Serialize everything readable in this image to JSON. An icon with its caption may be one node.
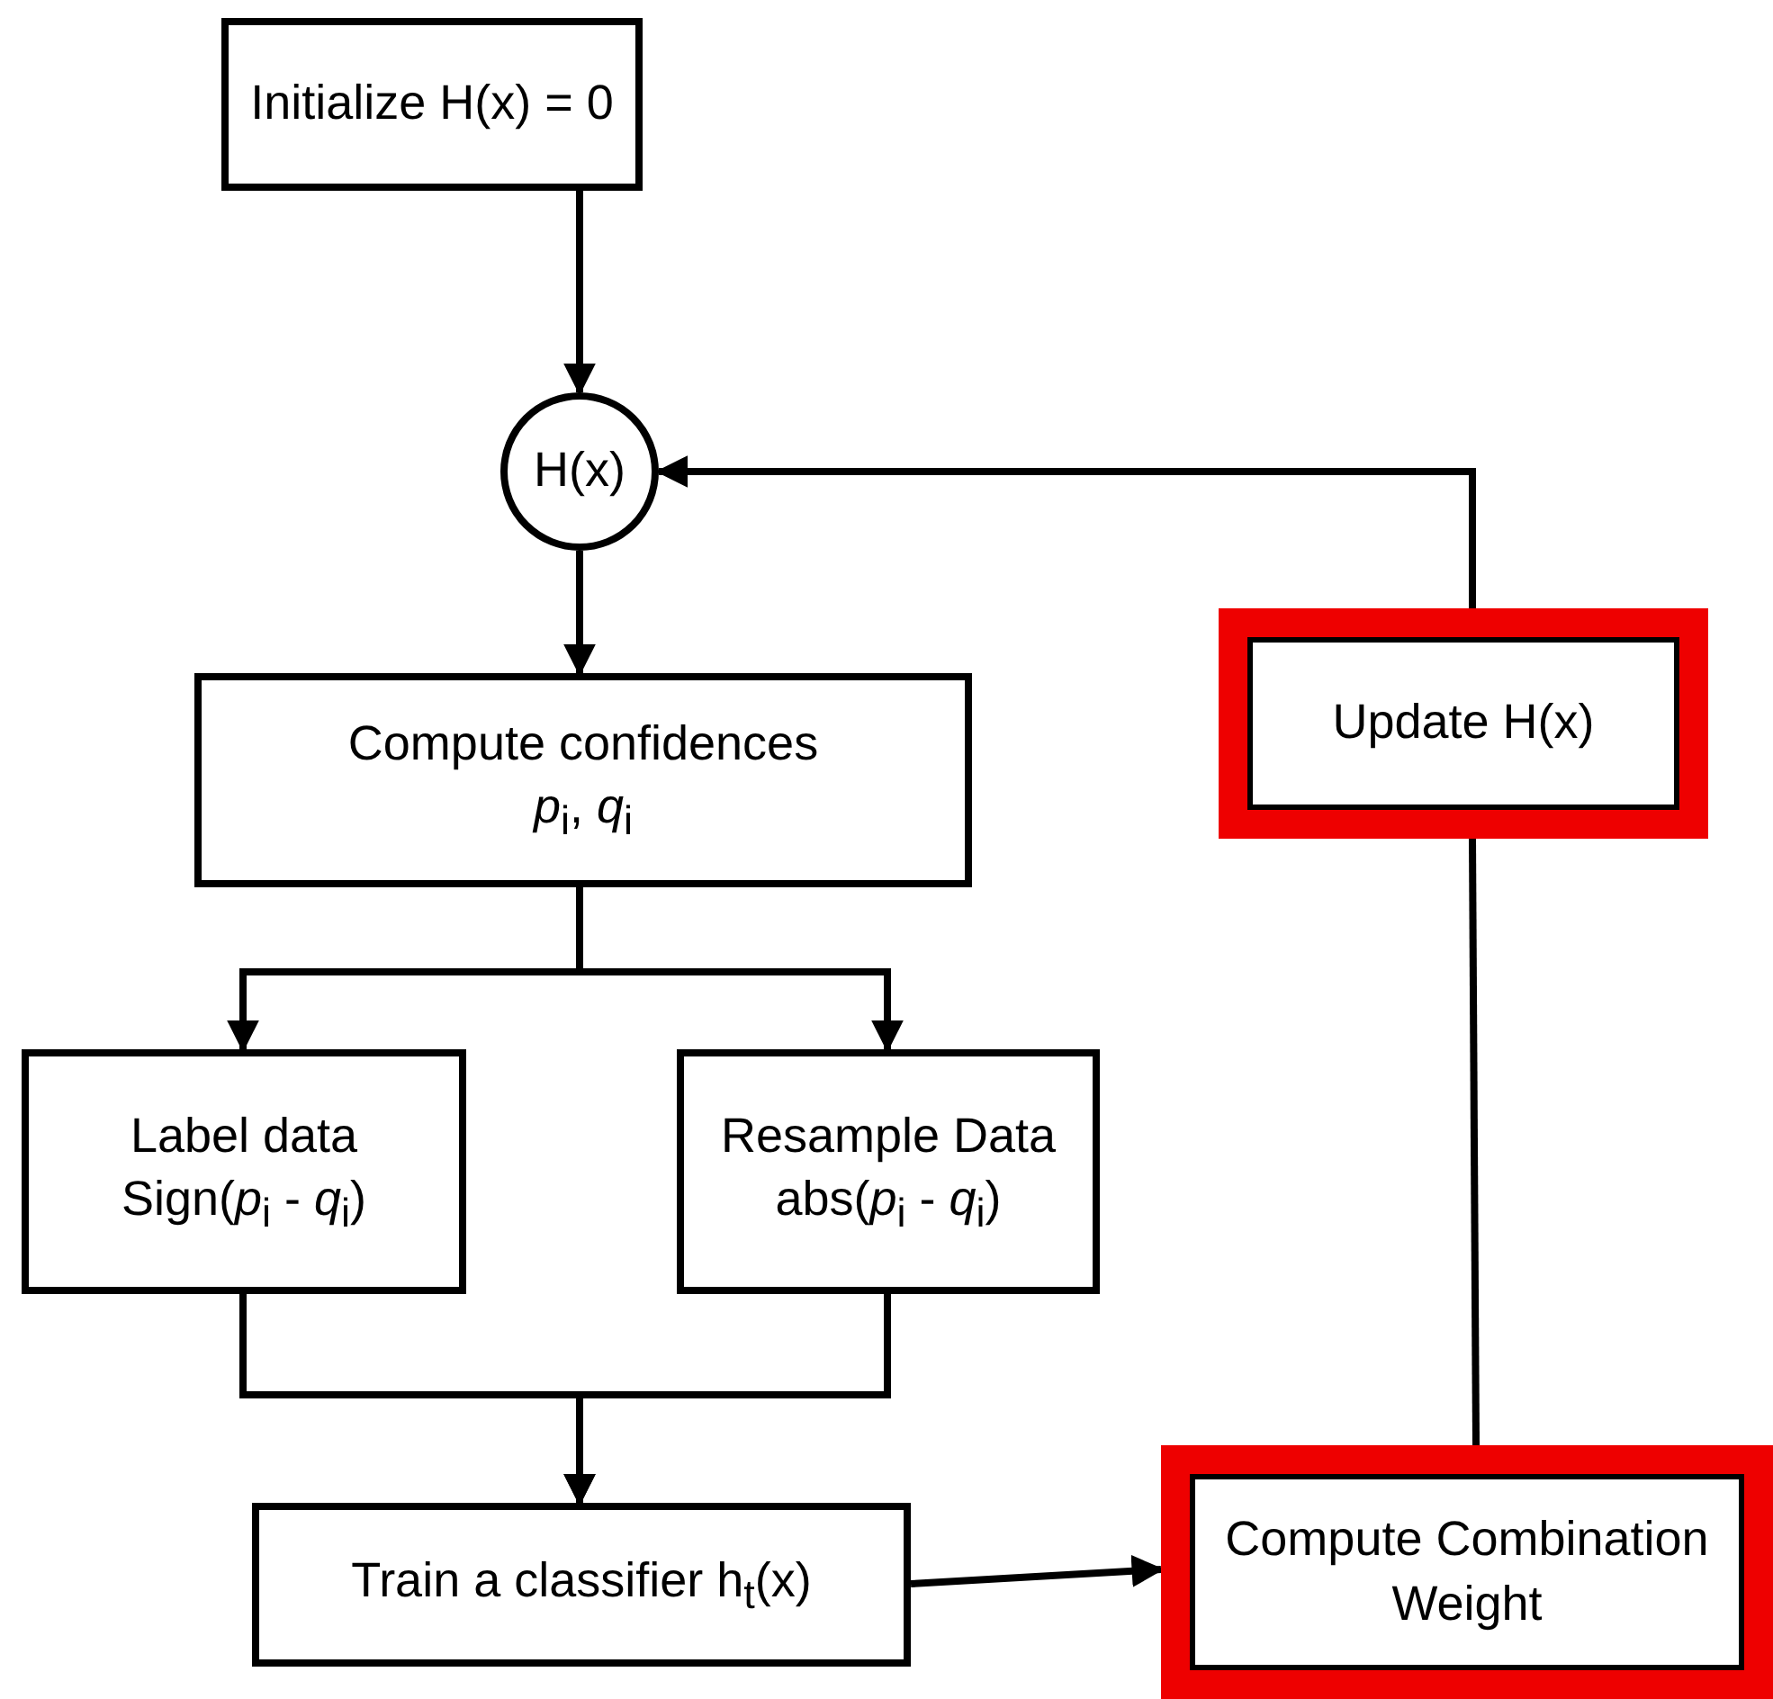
{
  "diagram": {
    "nodes": [
      {
        "text": [
          "Initialize H(x) = 0"
        ]
      },
      {
        "text": [
          "H(x)"
        ]
      },
      {
        "text": [
          "Compute confidences",
          "*p*$_{i}$, *q*$_{i}$"
        ]
      },
      {
        "text": [
          "Label data",
          "Sign(*p*$_{i}$ - *q*$_{i}$)"
        ]
      },
      {
        "text": [
          "Resample Data",
          "abs(*p*$_{i}$ - *q*$_{i}$)"
        ]
      },
      {
        "text": [
          "Train a classifier h$_{t}$(x)"
        ]
      },
      {
        "text": [
          "Compute Combination Weight"
        ]
      },
      {
        "text": [
          "Update H(x)"
        ]
      }
    ],
    "edges": [
      {
        "from": 0,
        "to": 1,
        "arrow": "to"
      },
      {
        "from": 1,
        "to": 2,
        "arrow": "to"
      },
      {
        "from": 2,
        "to": 3,
        "arrow": "to"
      },
      {
        "from": 2,
        "to": 4,
        "arrow": "to"
      },
      {
        "from": 3,
        "to": 5,
        "arrow": "to"
      },
      {
        "from": 4,
        "to": 5,
        "arrow": "to"
      },
      {
        "from": 5,
        "to": 6,
        "arrow": "to"
      },
      {
        "from": 6,
        "to": 7,
        "arrow": "none"
      },
      {
        "from": 7,
        "to": 1,
        "arrow": "to"
      }
    ]
  }
}
